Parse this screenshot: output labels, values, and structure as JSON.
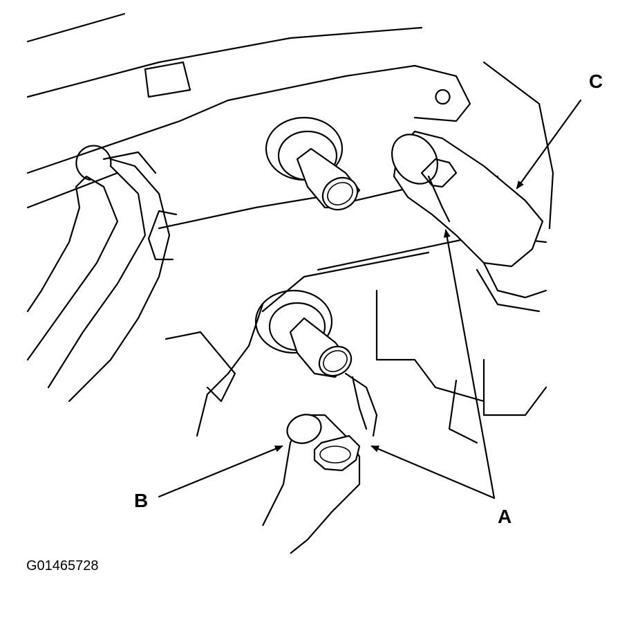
{
  "labels": {
    "a": "A",
    "b": "B",
    "c": "C"
  },
  "figure_id": "G01465728",
  "colors": {
    "ink": "#000000",
    "paper": "#ffffff"
  }
}
